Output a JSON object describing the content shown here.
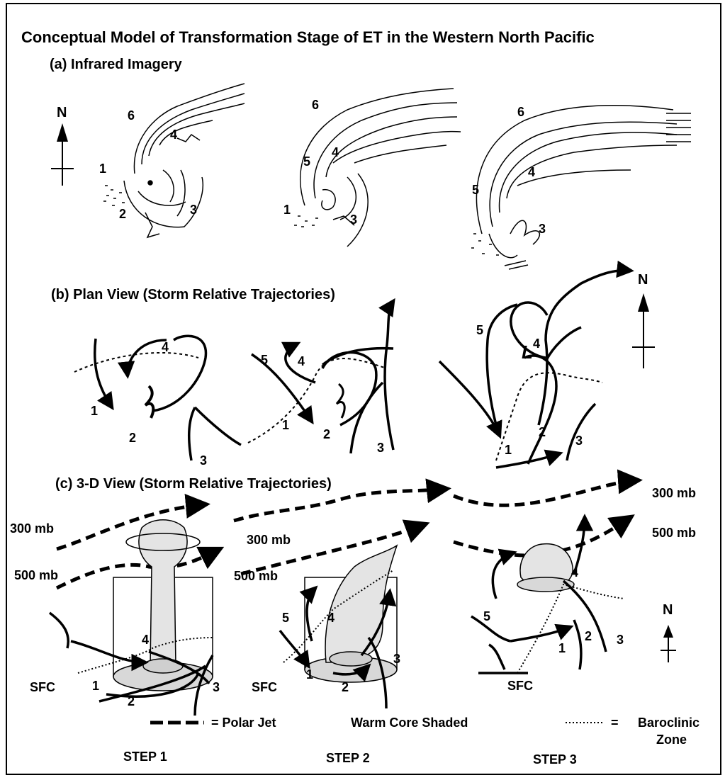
{
  "title": "Conceptual Model of Transformation Stage of ET in the Western North Pacific",
  "sections": {
    "a": "(a) Infrared Imagery",
    "b": "(b) Plan View (Storm Relative Trajectories)",
    "c": "(c) 3-D View (Storm Relative Trajectories)"
  },
  "north": "N",
  "levels": {
    "mb300": "300 mb",
    "mb500": "500 mb",
    "sfc": "SFC"
  },
  "feature_numbers": [
    "1",
    "2",
    "3",
    "4",
    "5",
    "6"
  ],
  "plan_low": "L",
  "legend": {
    "polar_jet": "= Polar Jet",
    "warm_core": "Warm Core Shaded",
    "baroclinic_eq": "=",
    "baroclinic": "Baroclinic",
    "zone": "Zone"
  },
  "steps": [
    "STEP 1",
    "STEP 2",
    "STEP 3"
  ]
}
